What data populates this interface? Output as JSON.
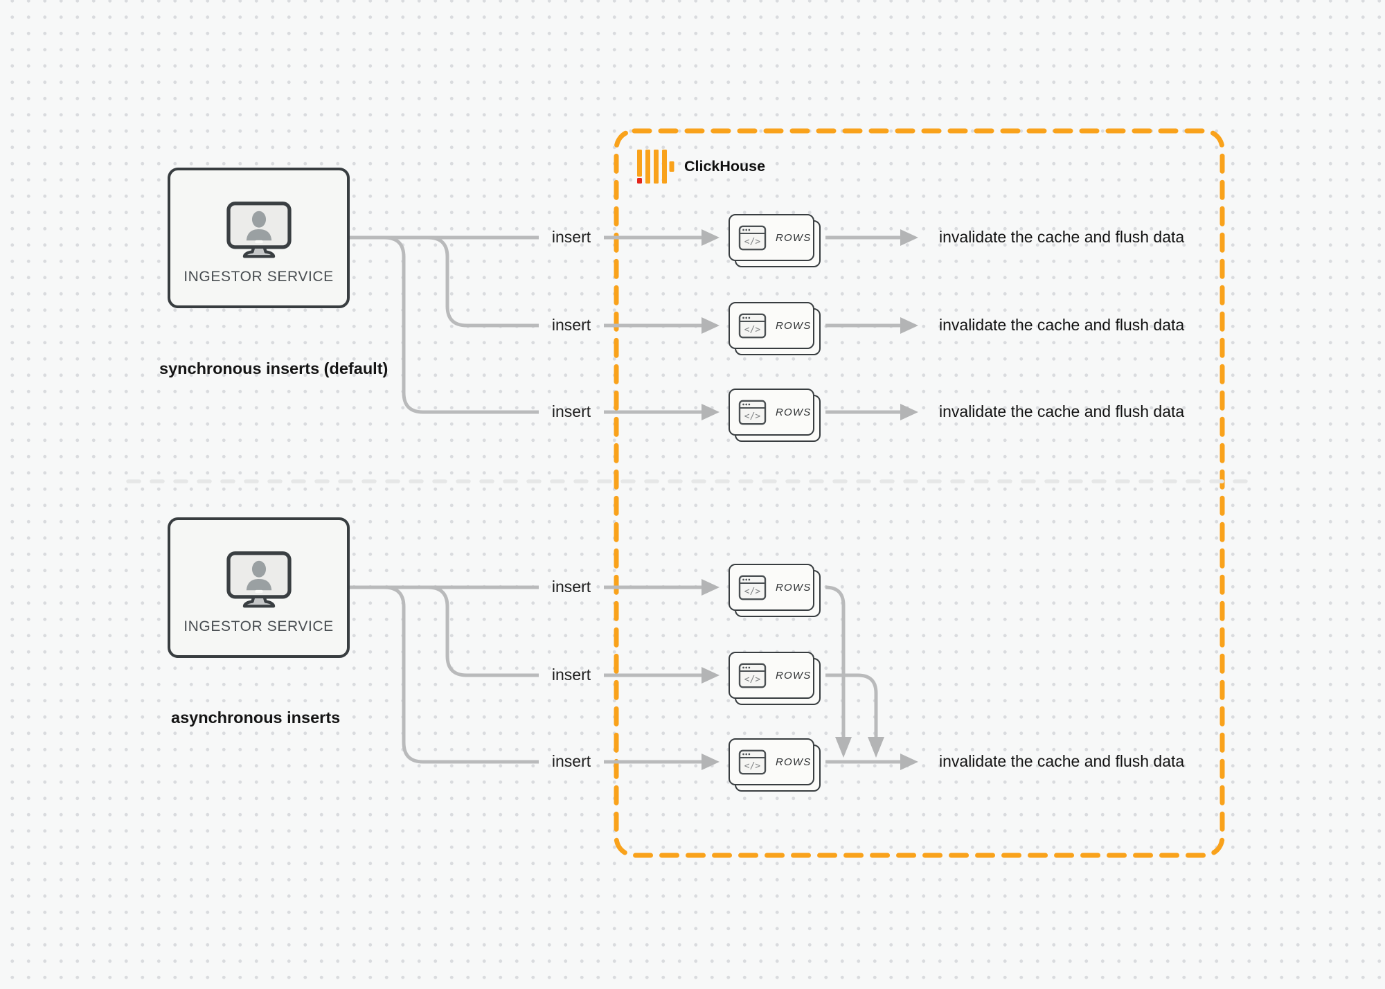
{
  "canvas": {
    "bg": "#f7f8f8",
    "dot_color": "#d9dbde"
  },
  "clickhouse": {
    "label": "ClickHouse",
    "accent_color": "#F9A21B",
    "logo_red": "#E3251B"
  },
  "connector_color": "#b9babb",
  "sync": {
    "service_label": "INGESTOR SERVICE",
    "caption": "synchronous inserts (default)",
    "rows": [
      {
        "insert": "insert",
        "rows": "ROWS",
        "result": "invalidate the cache and flush data"
      },
      {
        "insert": "insert",
        "rows": "ROWS",
        "result": "invalidate the cache and flush data"
      },
      {
        "insert": "insert",
        "rows": "ROWS",
        "result": "invalidate the cache and flush data"
      }
    ]
  },
  "async": {
    "service_label": "INGESTOR SERVICE",
    "caption": "asynchronous inserts",
    "rows": [
      {
        "insert": "insert",
        "rows": "ROWS"
      },
      {
        "insert": "insert",
        "rows": "ROWS"
      },
      {
        "insert": "insert",
        "rows": "ROWS",
        "result": "invalidate the cache and flush data"
      }
    ]
  },
  "icons": {
    "window_code": "</>"
  }
}
